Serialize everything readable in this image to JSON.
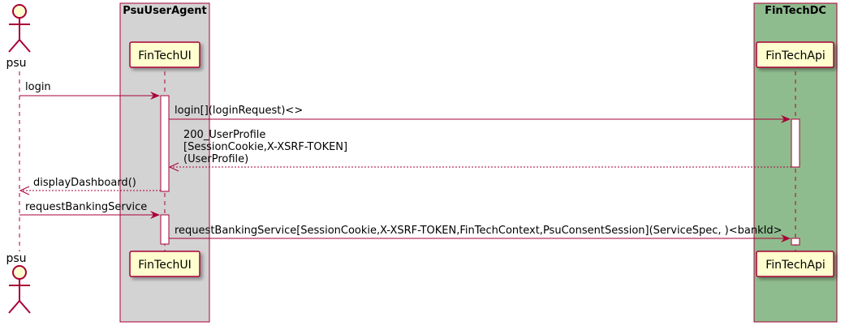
{
  "diagram": {
    "groups": [
      {
        "id": "psu_user_agent",
        "title": "PsuUserAgent",
        "fill": "#D3D3D3"
      },
      {
        "id": "fintech_dc",
        "title": "FinTechDC",
        "fill": "#8FBC8F"
      }
    ],
    "participants": {
      "psu": {
        "label": "psu",
        "kind": "actor"
      },
      "fintech_ui": {
        "label": "FinTechUI",
        "kind": "participant"
      },
      "fintech_api": {
        "label": "FinTechApi",
        "kind": "participant"
      }
    },
    "messages": [
      {
        "id": "m1",
        "from": "psu",
        "to": "fintech_ui",
        "style": "solid",
        "lines": [
          "login"
        ]
      },
      {
        "id": "m2",
        "from": "fintech_ui",
        "to": "fintech_api",
        "style": "solid",
        "lines": [
          "login[](loginRequest)<>"
        ]
      },
      {
        "id": "m3",
        "from": "fintech_api",
        "to": "fintech_ui",
        "style": "dashed",
        "lines": [
          "200_UserProfile",
          "[SessionCookie,X-XSRF-TOKEN]",
          "(UserProfile)"
        ]
      },
      {
        "id": "m4",
        "from": "fintech_ui",
        "to": "psu",
        "style": "dashed",
        "lines": [
          "displayDashboard()"
        ]
      },
      {
        "id": "m5",
        "from": "psu",
        "to": "fintech_ui",
        "style": "solid",
        "lines": [
          "requestBankingService"
        ]
      },
      {
        "id": "m6",
        "from": "fintech_ui",
        "to": "fintech_api",
        "style": "solid",
        "lines": [
          "requestBankingService[SessionCookie,X-XSRF-TOKEN,FinTechContext,PsuConsentSession](ServiceSpec, )<bankId>"
        ]
      }
    ],
    "colors": {
      "arrow": "#A80036",
      "participant_fill": "#FEFECE",
      "border": "#A80036"
    }
  }
}
